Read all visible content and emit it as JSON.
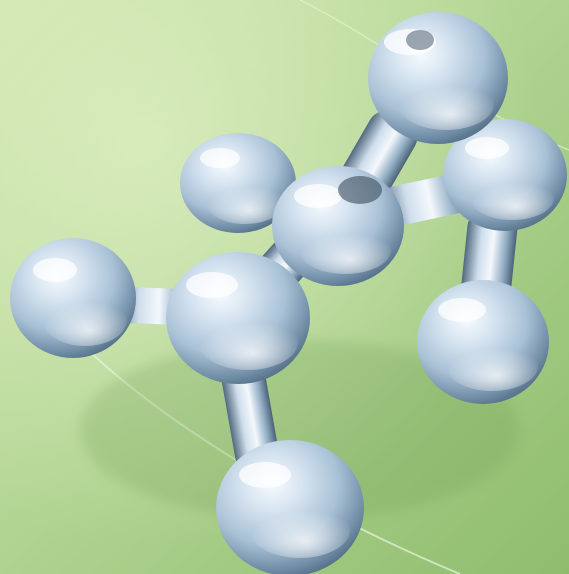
{
  "scene": {
    "subject": "glass-molecule-model",
    "colors": {
      "background_light": "#c6e2a4",
      "background_mid": "#a9cf8a",
      "background_dark": "#86b866",
      "glass_highlight": "#ffffff",
      "glass_body": "#bcd2e6",
      "glass_shadow": "#5b7a92",
      "glass_core": "#7f9bb4"
    },
    "icons": [
      "atom-sphere",
      "bond-rod"
    ]
  }
}
